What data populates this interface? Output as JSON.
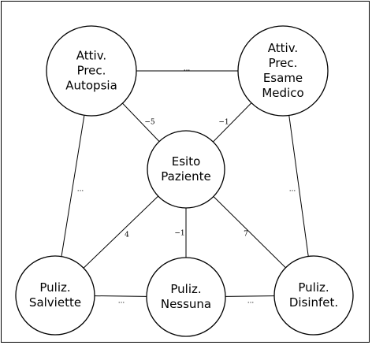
{
  "nodes": [
    {
      "id": "autopsia",
      "lines": [
        "Attiv.",
        "Prec.",
        "Autopsia"
      ]
    },
    {
      "id": "esame",
      "lines": [
        "Attiv.",
        "Prec.",
        "Esame",
        "Medico"
      ]
    },
    {
      "id": "esito",
      "lines": [
        "Esito",
        "Paziente"
      ]
    },
    {
      "id": "salviette",
      "lines": [
        "Puliz.",
        "Salviette"
      ]
    },
    {
      "id": "nessuna",
      "lines": [
        "Puliz.",
        "Nessuna"
      ]
    },
    {
      "id": "disinfet",
      "lines": [
        "Puliz.",
        "Disinfet."
      ]
    }
  ],
  "edges": [
    {
      "from": "autopsia",
      "to": "esame",
      "label": "..."
    },
    {
      "from": "autopsia",
      "to": "esito",
      "label": "−5"
    },
    {
      "from": "esame",
      "to": "esito",
      "label": "−1"
    },
    {
      "from": "autopsia",
      "to": "salviette",
      "label": "..."
    },
    {
      "from": "esame",
      "to": "disinfet",
      "label": "..."
    },
    {
      "from": "esito",
      "to": "salviette",
      "label": "4"
    },
    {
      "from": "esito",
      "to": "nessuna",
      "label": "−1"
    },
    {
      "from": "esito",
      "to": "disinfet",
      "label": "7"
    },
    {
      "from": "salviette",
      "to": "nessuna",
      "label": "..."
    },
    {
      "from": "nessuna",
      "to": "disinfet",
      "label": "..."
    }
  ]
}
